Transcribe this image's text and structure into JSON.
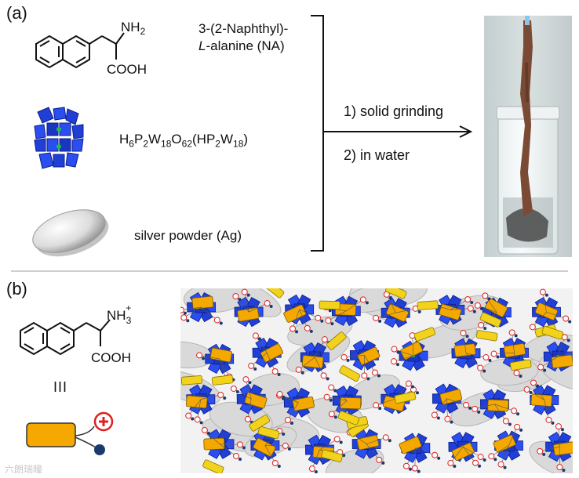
{
  "panel_a": {
    "label": "(a)",
    "naphthyl": {
      "name_line1": "3-(2-Naphthyl)-",
      "name_line2_italic": "L",
      "name_line2_rest": "-alanine  (NA)",
      "nh2_label": "NH",
      "nh2_sub": "2",
      "cooh_label": "COOH"
    },
    "polyoxometalate": {
      "formula_parts": [
        {
          "t": "H"
        },
        {
          "t": "6",
          "sub": true
        },
        {
          "t": "P"
        },
        {
          "t": "2",
          "sub": true
        },
        {
          "t": "W"
        },
        {
          "t": "18",
          "sub": true
        },
        {
          "t": "O"
        },
        {
          "t": "62",
          "sub": true
        },
        {
          "t": "(HP"
        },
        {
          "t": "2",
          "sub": true
        },
        {
          "t": "W"
        },
        {
          "t": "18",
          "sub": true
        },
        {
          "t": ")"
        }
      ]
    },
    "silver": {
      "label": "silver powder (Ag)"
    },
    "steps": [
      "1) solid grinding",
      "2) in water"
    ]
  },
  "panel_b": {
    "label": "(b)",
    "nh3_label": "NH",
    "nh3_sub": "3",
    "nh3_sup": "+",
    "cooh_label": "COOH",
    "equiv_symbol": "III"
  },
  "watermark": "六朗瑞瞳",
  "colors": {
    "pom_blue": "#1f3fd6",
    "pom_dark": "#0d1f8a",
    "naphthyl_orange": "#f5a800",
    "ag_gray": "#d9d9d9",
    "cation_red": "#e02020",
    "anchor_navy": "#1a3a6e",
    "yellow_bar": "#f2d21b"
  }
}
